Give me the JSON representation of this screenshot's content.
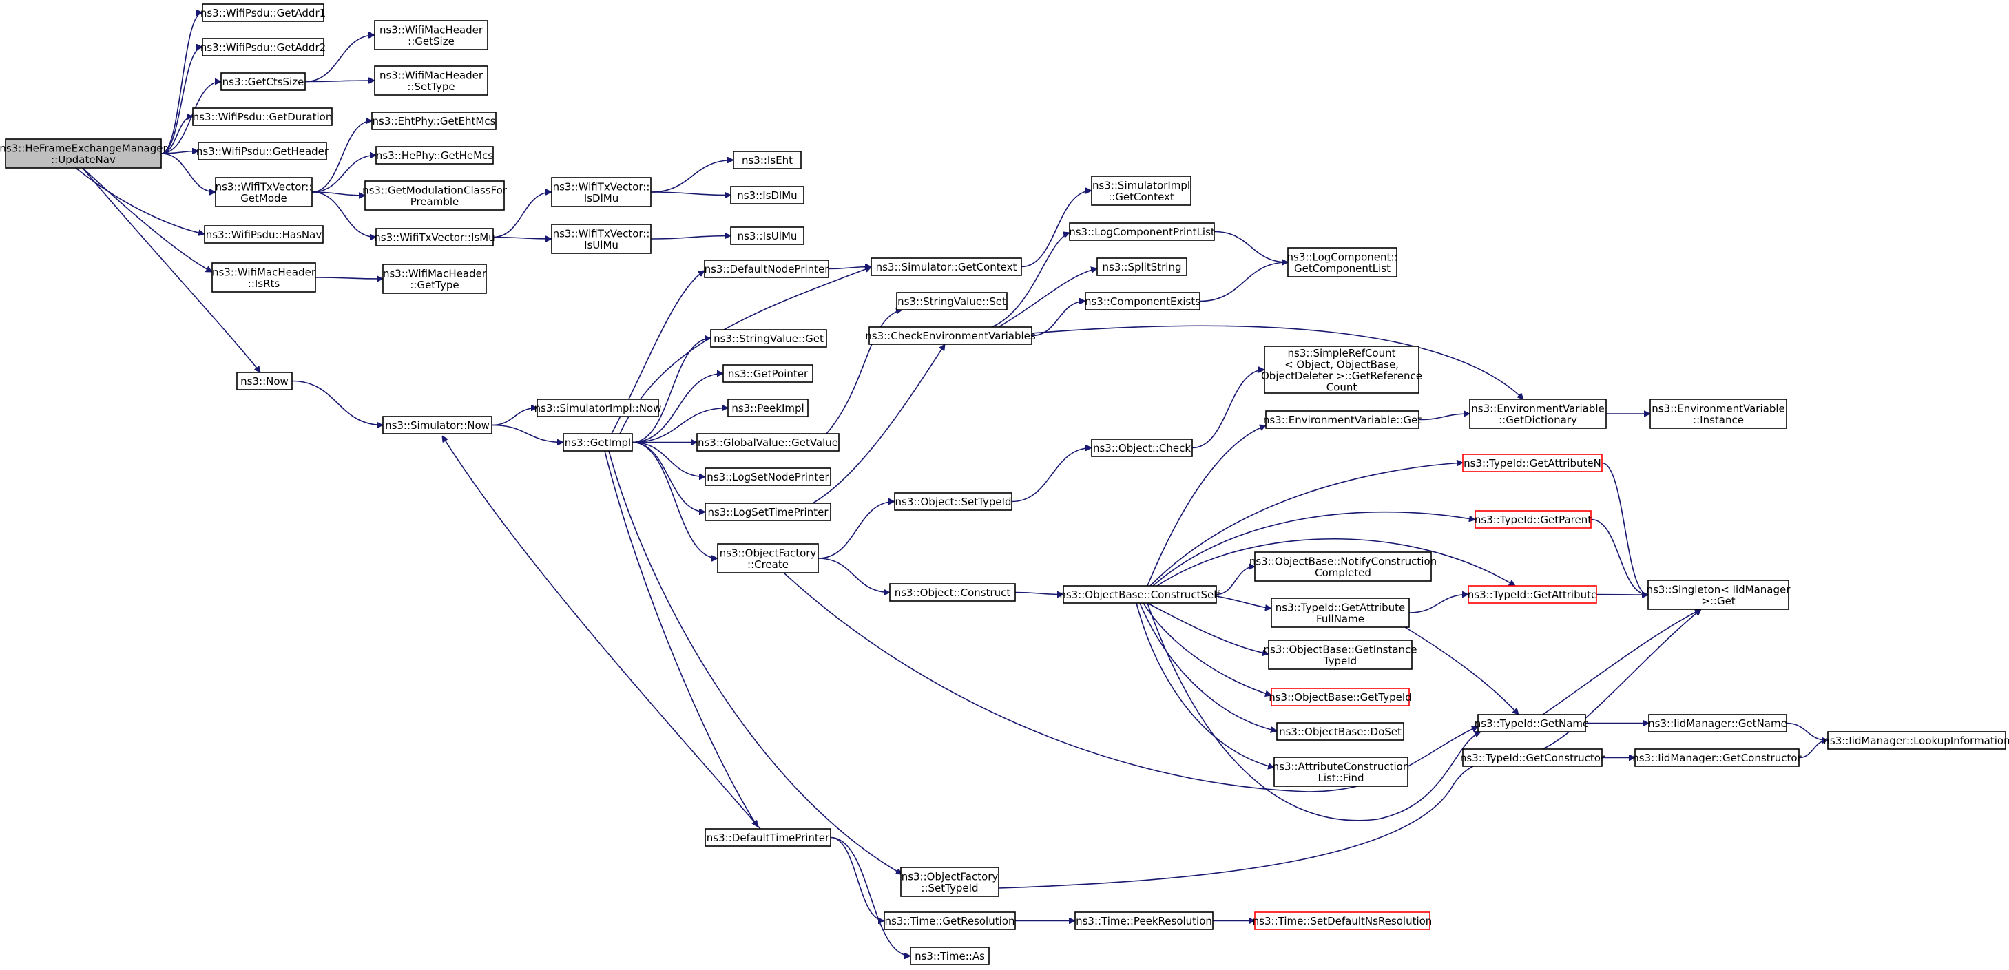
{
  "colors": {
    "edge": "#191970",
    "root_fill": "#bfbfbf",
    "missing_border": "#ff0000"
  },
  "nodes": [
    {
      "id": "root",
      "lines": [
        "ns3::HeFrameExchangeManager",
        "::UpdateNav"
      ],
      "style": "root"
    },
    {
      "id": "getaddr1",
      "lines": [
        "ns3::WifiPsdu::GetAddr1"
      ]
    },
    {
      "id": "getaddr2",
      "lines": [
        "ns3::WifiPsdu::GetAddr2"
      ]
    },
    {
      "id": "getctssize",
      "lines": [
        "ns3::GetCtsSize"
      ]
    },
    {
      "id": "machdr_getsize",
      "lines": [
        "ns3::WifiMacHeader",
        "::GetSize"
      ]
    },
    {
      "id": "machdr_settype",
      "lines": [
        "ns3::WifiMacHeader",
        "::SetType"
      ]
    },
    {
      "id": "getduration",
      "lines": [
        "ns3::WifiPsdu::GetDuration"
      ]
    },
    {
      "id": "ehtphy",
      "lines": [
        "ns3::EhtPhy::GetEhtMcs"
      ]
    },
    {
      "id": "getheader",
      "lines": [
        "ns3::WifiPsdu::GetHeader"
      ]
    },
    {
      "id": "hephy",
      "lines": [
        "ns3::HePhy::GetHeMcs"
      ]
    },
    {
      "id": "txv_getmode",
      "lines": [
        "ns3::WifiTxVector::",
        "GetMode"
      ]
    },
    {
      "id": "modclass",
      "lines": [
        "ns3::GetModulationClassFor",
        "Preamble"
      ]
    },
    {
      "id": "txv_isdlmu",
      "lines": [
        "ns3::WifiTxVector::",
        "IsDlMu"
      ]
    },
    {
      "id": "iseht",
      "lines": [
        "ns3::IsEht"
      ]
    },
    {
      "id": "isdlmu",
      "lines": [
        "ns3::IsDlMu"
      ]
    },
    {
      "id": "hasnav",
      "lines": [
        "ns3::WifiPsdu::HasNav"
      ]
    },
    {
      "id": "txv_ismu",
      "lines": [
        "ns3::WifiTxVector::IsMu"
      ]
    },
    {
      "id": "txv_isulmu",
      "lines": [
        "ns3::WifiTxVector::",
        "IsUlMu"
      ]
    },
    {
      "id": "isulmu",
      "lines": [
        "ns3::IsUlMu"
      ]
    },
    {
      "id": "machdr_isrts",
      "lines": [
        "ns3::WifiMacHeader",
        "::IsRts"
      ]
    },
    {
      "id": "machdr_gettype",
      "lines": [
        "ns3::WifiMacHeader",
        "::GetType"
      ]
    },
    {
      "id": "now",
      "lines": [
        "ns3::Now"
      ]
    },
    {
      "id": "sim_now",
      "lines": [
        "ns3::Simulator::Now"
      ]
    },
    {
      "id": "simimpl_now",
      "lines": [
        "ns3::SimulatorImpl::Now"
      ]
    },
    {
      "id": "getimpl",
      "lines": [
        "ns3::GetImpl"
      ]
    },
    {
      "id": "defnodeprinter",
      "lines": [
        "ns3::DefaultNodePrinter"
      ]
    },
    {
      "id": "sim_getcontext",
      "lines": [
        "ns3::Simulator::GetContext"
      ]
    },
    {
      "id": "simimpl_getcontext",
      "lines": [
        "ns3::SimulatorImpl",
        "::GetContext"
      ]
    },
    {
      "id": "logcomp_printlist",
      "lines": [
        "ns3::LogComponentPrintList"
      ]
    },
    {
      "id": "logcomp_getlist",
      "lines": [
        "ns3::LogComponent::",
        "GetComponentList"
      ]
    },
    {
      "id": "splitstring",
      "lines": [
        "ns3::SplitString"
      ]
    },
    {
      "id": "stringvalue_set",
      "lines": [
        "ns3::StringValue::Set"
      ]
    },
    {
      "id": "componentexists",
      "lines": [
        "ns3::ComponentExists"
      ]
    },
    {
      "id": "checkenv",
      "lines": [
        "ns3::CheckEnvironmentVariables"
      ]
    },
    {
      "id": "stringvalue_get",
      "lines": [
        "ns3::StringValue::Get"
      ]
    },
    {
      "id": "getpointer",
      "lines": [
        "ns3::GetPointer"
      ]
    },
    {
      "id": "peekimpl",
      "lines": [
        "ns3::PeekImpl"
      ]
    },
    {
      "id": "globalvalue_getvalue",
      "lines": [
        "ns3::GlobalValue::GetValue"
      ]
    },
    {
      "id": "logsetnodeprinter",
      "lines": [
        "ns3::LogSetNodePrinter"
      ]
    },
    {
      "id": "logsettimeprinter",
      "lines": [
        "ns3::LogSetTimePrinter"
      ]
    },
    {
      "id": "objfactory_create",
      "lines": [
        "ns3::ObjectFactory",
        "::Create"
      ]
    },
    {
      "id": "object_settypeid",
      "lines": [
        "ns3::Object::SetTypeId"
      ]
    },
    {
      "id": "object_check",
      "lines": [
        "ns3::Object::Check"
      ]
    },
    {
      "id": "simplerefcount",
      "lines": [
        "ns3::SimpleRefCount",
        "< Object, ObjectBase,",
        "ObjectDeleter >::GetReference",
        "Count"
      ]
    },
    {
      "id": "envvar_get",
      "lines": [
        "ns3::EnvironmentVariable::Get"
      ]
    },
    {
      "id": "envvar_getdict",
      "lines": [
        "ns3::EnvironmentVariable",
        "::GetDictionary"
      ]
    },
    {
      "id": "envvar_instance",
      "lines": [
        "ns3::EnvironmentVariable",
        "::Instance"
      ]
    },
    {
      "id": "typeid_getattributen",
      "lines": [
        "ns3::TypeId::GetAttributeN"
      ],
      "style": "red"
    },
    {
      "id": "typeid_getparent",
      "lines": [
        "ns3::TypeId::GetParent"
      ],
      "style": "red"
    },
    {
      "id": "objbase_notify",
      "lines": [
        "ns3::ObjectBase::NotifyConstruction",
        "Completed"
      ]
    },
    {
      "id": "object_construct",
      "lines": [
        "ns3::Object::Construct"
      ]
    },
    {
      "id": "objbase_constructself",
      "lines": [
        "ns3::ObjectBase::ConstructSelf"
      ]
    },
    {
      "id": "typeid_getattribute",
      "lines": [
        "ns3::TypeId::GetAttribute"
      ],
      "style": "red"
    },
    {
      "id": "singleton_get",
      "lines": [
        "ns3::Singleton< IidManager",
        ">::Get"
      ]
    },
    {
      "id": "typeid_getattrfullname",
      "lines": [
        "ns3::TypeId::GetAttribute",
        "FullName"
      ]
    },
    {
      "id": "objbase_getinstancetypeid",
      "lines": [
        "ns3::ObjectBase::GetInstance",
        "TypeId"
      ]
    },
    {
      "id": "objbase_gettypeid",
      "lines": [
        "ns3::ObjectBase::GetTypeId"
      ],
      "style": "red"
    },
    {
      "id": "typeid_getname",
      "lines": [
        "ns3::TypeId::GetName"
      ]
    },
    {
      "id": "iidmgr_getname",
      "lines": [
        "ns3::IidManager::GetName"
      ]
    },
    {
      "id": "iidmgr_lookup",
      "lines": [
        "ns3::IidManager::LookupInformation"
      ]
    },
    {
      "id": "objbase_doset",
      "lines": [
        "ns3::ObjectBase::DoSet"
      ]
    },
    {
      "id": "typeid_getconstructor",
      "lines": [
        "ns3::TypeId::GetConstructor"
      ]
    },
    {
      "id": "iidmgr_getconstructor",
      "lines": [
        "ns3::IidManager::GetConstructor"
      ]
    },
    {
      "id": "attrconstructionlist_find",
      "lines": [
        "ns3::AttributeConstruction",
        "List::Find"
      ]
    },
    {
      "id": "deftimeprinter",
      "lines": [
        "ns3::DefaultTimePrinter"
      ]
    },
    {
      "id": "objfactory_settypeid",
      "lines": [
        "ns3::ObjectFactory",
        "::SetTypeId"
      ]
    },
    {
      "id": "time_getresolution",
      "lines": [
        "ns3::Time::GetResolution"
      ]
    },
    {
      "id": "time_peekresolution",
      "lines": [
        "ns3::Time::PeekResolution"
      ]
    },
    {
      "id": "time_setdefaultns",
      "lines": [
        "ns3::Time::SetDefaultNsResolution"
      ],
      "style": "red"
    },
    {
      "id": "time_as",
      "lines": [
        "ns3::Time::As"
      ]
    }
  ],
  "edges": [
    [
      "root",
      "getaddr1"
    ],
    [
      "root",
      "getaddr2"
    ],
    [
      "root",
      "getctssize"
    ],
    [
      "root",
      "getduration"
    ],
    [
      "root",
      "getheader"
    ],
    [
      "root",
      "txv_getmode"
    ],
    [
      "root",
      "hasnav"
    ],
    [
      "root",
      "machdr_isrts"
    ],
    [
      "root",
      "now"
    ],
    [
      "getctssize",
      "machdr_getsize"
    ],
    [
      "getctssize",
      "machdr_settype"
    ],
    [
      "txv_getmode",
      "ehtphy"
    ],
    [
      "txv_getmode",
      "hephy"
    ],
    [
      "txv_getmode",
      "modclass"
    ],
    [
      "txv_getmode",
      "txv_ismu"
    ],
    [
      "txv_ismu",
      "txv_isdlmu"
    ],
    [
      "txv_ismu",
      "txv_isulmu"
    ],
    [
      "txv_isdlmu",
      "iseht"
    ],
    [
      "txv_isdlmu",
      "isdlmu"
    ],
    [
      "txv_isulmu",
      "isulmu"
    ],
    [
      "machdr_isrts",
      "machdr_gettype"
    ],
    [
      "now",
      "sim_now"
    ],
    [
      "sim_now",
      "simimpl_now"
    ],
    [
      "sim_now",
      "getimpl"
    ],
    [
      "getimpl",
      "defnodeprinter"
    ],
    [
      "getimpl",
      "sim_getcontext"
    ],
    [
      "getimpl",
      "stringvalue_get"
    ],
    [
      "getimpl",
      "getpointer"
    ],
    [
      "getimpl",
      "peekimpl"
    ],
    [
      "getimpl",
      "globalvalue_getvalue"
    ],
    [
      "getimpl",
      "logsetnodeprinter"
    ],
    [
      "getimpl",
      "logsettimeprinter"
    ],
    [
      "getimpl",
      "objfactory_create"
    ],
    [
      "getimpl",
      "deftimeprinter"
    ],
    [
      "getimpl",
      "objfactory_settypeid"
    ],
    [
      "defnodeprinter",
      "sim_getcontext"
    ],
    [
      "sim_getcontext",
      "simimpl_getcontext"
    ],
    [
      "globalvalue_getvalue",
      "stringvalue_set"
    ],
    [
      "logsettimeprinter",
      "checkenv"
    ],
    [
      "checkenv",
      "logcomp_printlist"
    ],
    [
      "checkenv",
      "splitstring"
    ],
    [
      "checkenv",
      "componentexists"
    ],
    [
      "checkenv",
      "envvar_getdict"
    ],
    [
      "logcomp_printlist",
      "logcomp_getlist"
    ],
    [
      "componentexists",
      "logcomp_getlist"
    ],
    [
      "envvar_getdict",
      "envvar_instance"
    ],
    [
      "envvar_get",
      "envvar_getdict"
    ],
    [
      "objfactory_create",
      "object_settypeid"
    ],
    [
      "objfactory_create",
      "object_construct"
    ],
    [
      "objfactory_create",
      "typeid_getname"
    ],
    [
      "object_settypeid",
      "object_check"
    ],
    [
      "object_check",
      "simplerefcount"
    ],
    [
      "object_construct",
      "objbase_constructself"
    ],
    [
      "objbase_constructself",
      "envvar_get"
    ],
    [
      "objbase_constructself",
      "typeid_getattributen"
    ],
    [
      "objbase_constructself",
      "typeid_getparent"
    ],
    [
      "objbase_constructself",
      "objbase_notify"
    ],
    [
      "objbase_constructself",
      "typeid_getattribute"
    ],
    [
      "objbase_constructself",
      "typeid_getattrfullname"
    ],
    [
      "objbase_constructself",
      "objbase_getinstancetypeid"
    ],
    [
      "objbase_constructself",
      "objbase_gettypeid"
    ],
    [
      "objbase_constructself",
      "objbase_doset"
    ],
    [
      "objbase_constructself",
      "attrconstructionlist_find"
    ],
    [
      "objbase_constructself",
      "typeid_getname"
    ],
    [
      "typeid_getattributen",
      "singleton_get"
    ],
    [
      "typeid_getparent",
      "singleton_get"
    ],
    [
      "typeid_getattribute",
      "singleton_get"
    ],
    [
      "typeid_getattrfullname",
      "typeid_getattribute"
    ],
    [
      "typeid_getattrfullname",
      "typeid_getname"
    ],
    [
      "typeid_getname",
      "singleton_get"
    ],
    [
      "typeid_getname",
      "iidmgr_getname"
    ],
    [
      "typeid_getconstructor",
      "singleton_get"
    ],
    [
      "typeid_getconstructor",
      "iidmgr_getconstructor"
    ],
    [
      "iidmgr_getname",
      "iidmgr_lookup"
    ],
    [
      "iidmgr_getconstructor",
      "iidmgr_lookup"
    ],
    [
      "objfactory_settypeid",
      "typeid_getconstructor"
    ],
    [
      "deftimeprinter",
      "sim_now"
    ],
    [
      "deftimeprinter",
      "time_getresolution"
    ],
    [
      "deftimeprinter",
      "time_as"
    ],
    [
      "time_getresolution",
      "time_peekresolution"
    ],
    [
      "time_peekresolution",
      "time_setdefaultns"
    ]
  ]
}
